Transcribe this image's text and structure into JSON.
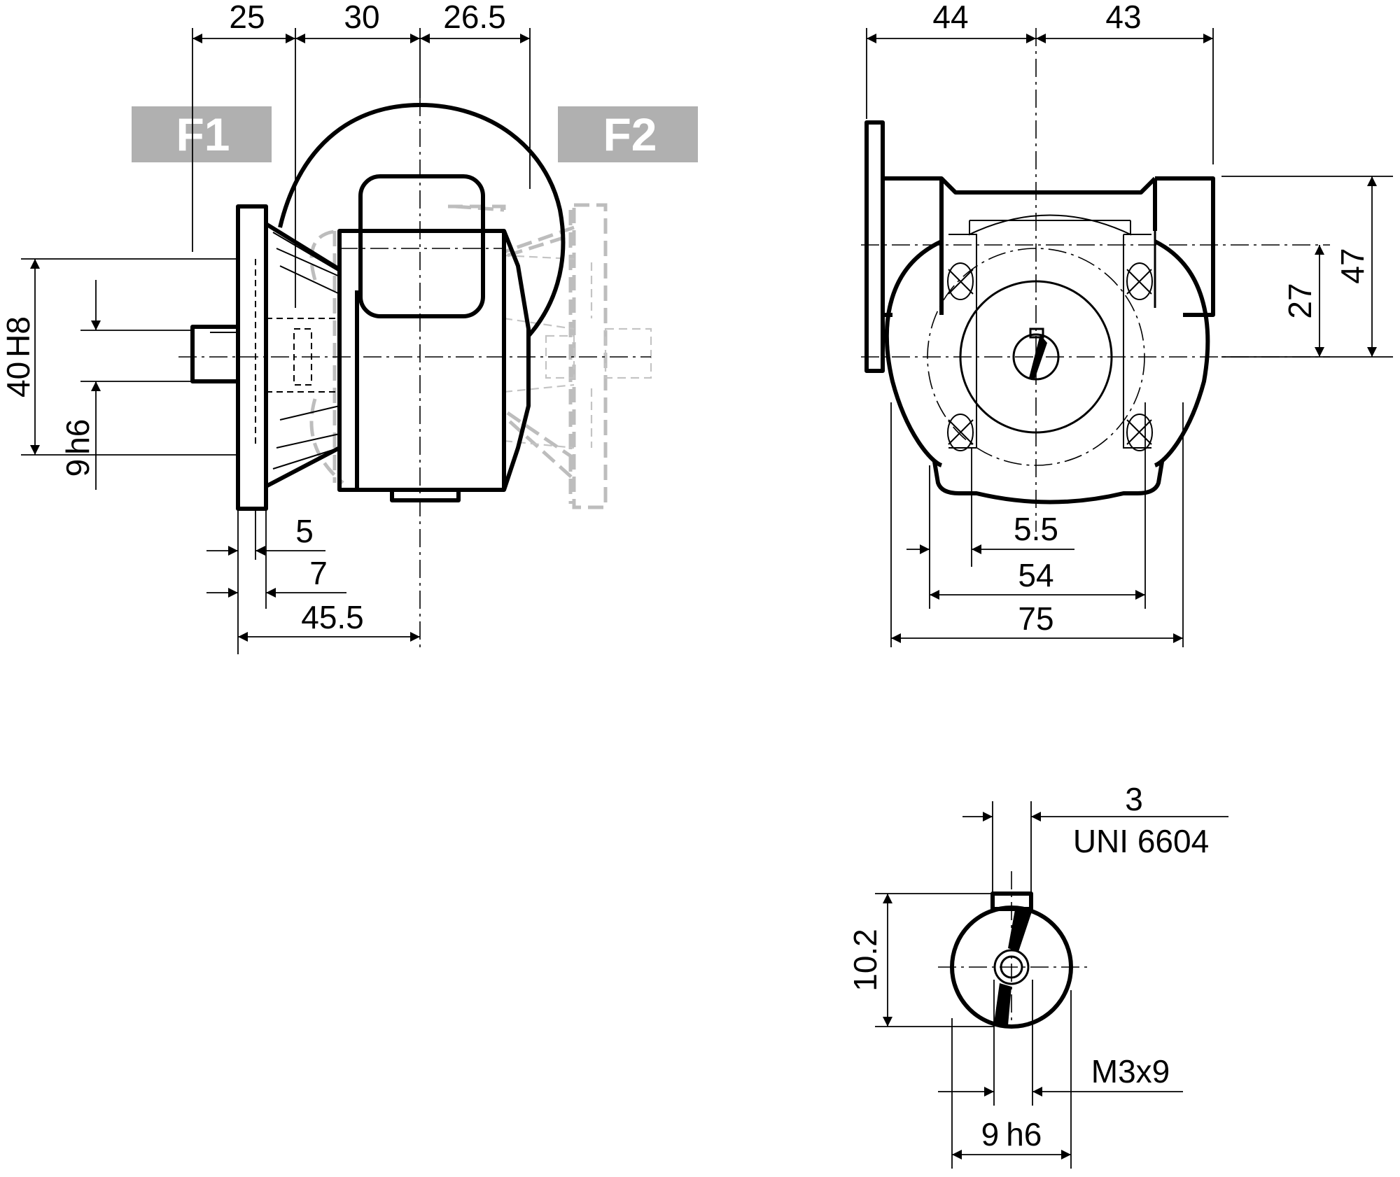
{
  "badges": {
    "f1": "F1",
    "f2": "F2"
  },
  "side_view": {
    "dim_top_1": "25",
    "dim_top_2": "30",
    "dim_top_3": "26.5",
    "dim_flange_dia_value": "40",
    "dim_flange_dia_tol": "H8",
    "dim_shaft_dia_value": "9",
    "dim_shaft_dia_tol": "h6",
    "dim_5": "5",
    "dim_7": "7",
    "dim_45_5": "45.5"
  },
  "front_view": {
    "dim_top_left": "44",
    "dim_top_right": "43",
    "dim_27": "27",
    "dim_47": "47",
    "dim_5_5": "5.5",
    "dim_54": "54",
    "dim_75": "75"
  },
  "shaft_detail": {
    "dim_key": "3",
    "key_standard": "UNI 6604",
    "dim_10_2": "10.2",
    "thread": "M3x9",
    "dim_shaft_value": "9",
    "dim_shaft_tol": "h6"
  }
}
